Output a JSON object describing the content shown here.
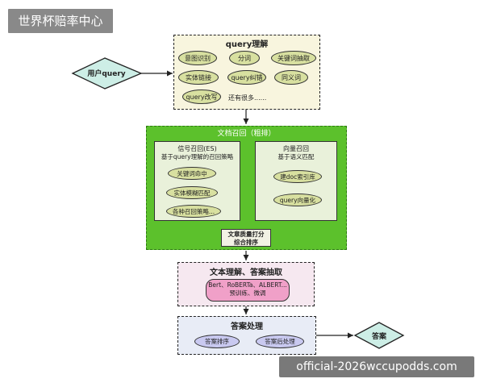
{
  "brand": "世界杯赔率中心",
  "footer": "official-2026wccupodds.com",
  "user_query": "用户query",
  "query_understanding": {
    "title": "query理解",
    "items": [
      "意图识别",
      "分词",
      "关键词抽取",
      "实体链接",
      "query纠错",
      "同义词",
      "query改写"
    ],
    "more": "还有很多......"
  },
  "recall": {
    "title": "文档召回（粗排）",
    "signal": {
      "title": "信号召回(ES)",
      "subtitle": "基于query理解的召回策略",
      "items": [
        "关键词命中",
        "实体模糊匹配",
        "各种召回策略..."
      ]
    },
    "vector": {
      "title": "向量召回",
      "subtitle": "基于语义匹配",
      "items": [
        "建doc索引库",
        "query向量化"
      ]
    },
    "scoring": [
      "文章质量打分",
      "综合排序"
    ]
  },
  "text_understanding": {
    "title": "文本理解、答案抽取",
    "model_lines": [
      "Bert、RoBERTa、ALBERT...",
      "预训练、微调"
    ]
  },
  "answer_processing": {
    "title": "答案处理",
    "items": [
      "答案排序",
      "答案后处理"
    ]
  },
  "answer": "答案",
  "colors": {
    "green": "#5cc12c",
    "bubble": "#d8e0a0",
    "purple": "#c9c9f0",
    "pink": "#f0a0c8",
    "panel_yellow": "#f8f5de",
    "panel_blue": "#e8ecf6",
    "diamond": "#cdeee6"
  }
}
